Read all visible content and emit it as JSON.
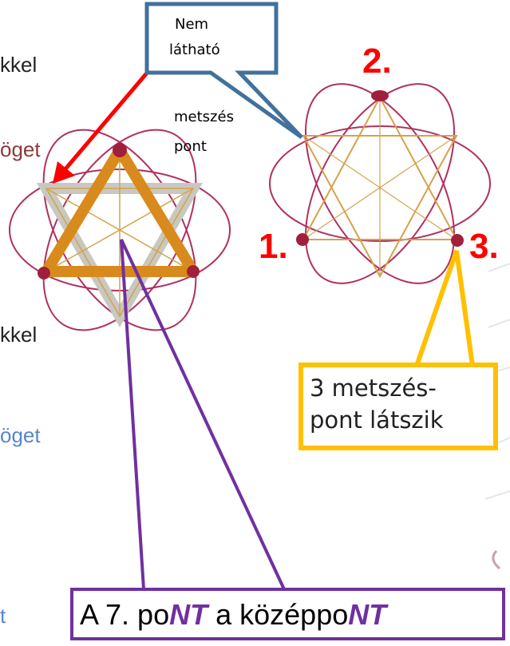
{
  "left_fragments": [
    {
      "id": "f1",
      "text": "kkel",
      "color": "#222222"
    },
    {
      "id": "f2",
      "text": "öget",
      "color": "#8b3a3a"
    },
    {
      "id": "f3",
      "text": "kkel",
      "color": "#222222"
    },
    {
      "id": "f4",
      "text": "öget",
      "color": "#5a86c9"
    },
    {
      "id": "f5",
      "text": "t",
      "color": "#5a86c9"
    }
  ],
  "callout_hidden": {
    "box_lines": [
      "Nem",
      "látható"
    ],
    "tail_lines": [
      "metszés",
      "pont"
    ]
  },
  "point_labels": {
    "p1": "1.",
    "p2": "2.",
    "p3": "3."
  },
  "callout_visible": {
    "lines": [
      "3 metszés-",
      "pont látszik"
    ]
  },
  "callout_center": {
    "prefix": "A 7. po",
    "emph1": "NT",
    "middle": " a középpo",
    "emph2": "NT"
  },
  "colors": {
    "hidden_callout_border": "#41719c",
    "arrow": "#ff0000",
    "ellipse": "#b03060",
    "triangle_light": "#d4a24c",
    "triangle_bold": "#d98a1c",
    "triangle_grey": "#c8c8c0",
    "vertex_dot": "#a0203c",
    "visible_callout_border": "#ffc000",
    "center_callout_border": "#7030a0"
  }
}
